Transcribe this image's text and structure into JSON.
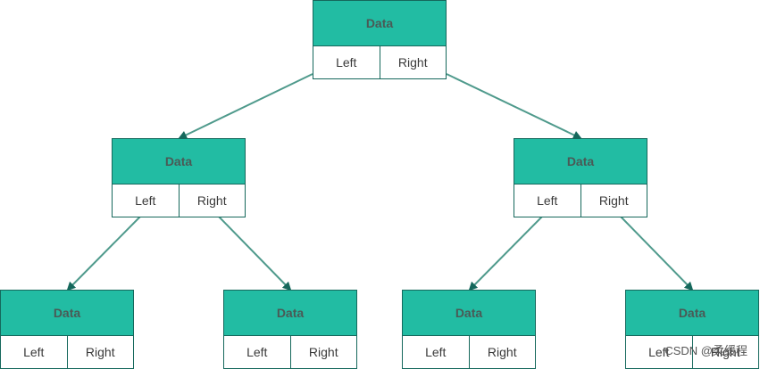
{
  "diagram": {
    "colors": {
      "node_fill": "#22bca3",
      "node_border": "#15685c",
      "edge": "#4f9a8c",
      "data_text": "#4a5a56"
    },
    "nodes": [
      {
        "id": "root",
        "data": "Data",
        "left": "Left",
        "right": "Right"
      },
      {
        "id": "l",
        "data": "Data",
        "left": "Left",
        "right": "Right"
      },
      {
        "id": "r",
        "data": "Data",
        "left": "Left",
        "right": "Right"
      },
      {
        "id": "ll",
        "data": "Data",
        "left": "Left",
        "right": "Right"
      },
      {
        "id": "lr",
        "data": "Data",
        "left": "Left",
        "right": "Right"
      },
      {
        "id": "rl",
        "data": "Data",
        "left": "Left",
        "right": "Right"
      },
      {
        "id": "rr",
        "data": "Data",
        "left": "Left",
        "right": "Right"
      }
    ],
    "edges": [
      {
        "from": "root",
        "to": "l"
      },
      {
        "from": "root",
        "to": "r"
      },
      {
        "from": "l",
        "to": "ll"
      },
      {
        "from": "l",
        "to": "lr"
      },
      {
        "from": "r",
        "to": "rl"
      },
      {
        "from": "r",
        "to": "rr"
      }
    ]
  },
  "watermark": "CSDN @柔缓程"
}
